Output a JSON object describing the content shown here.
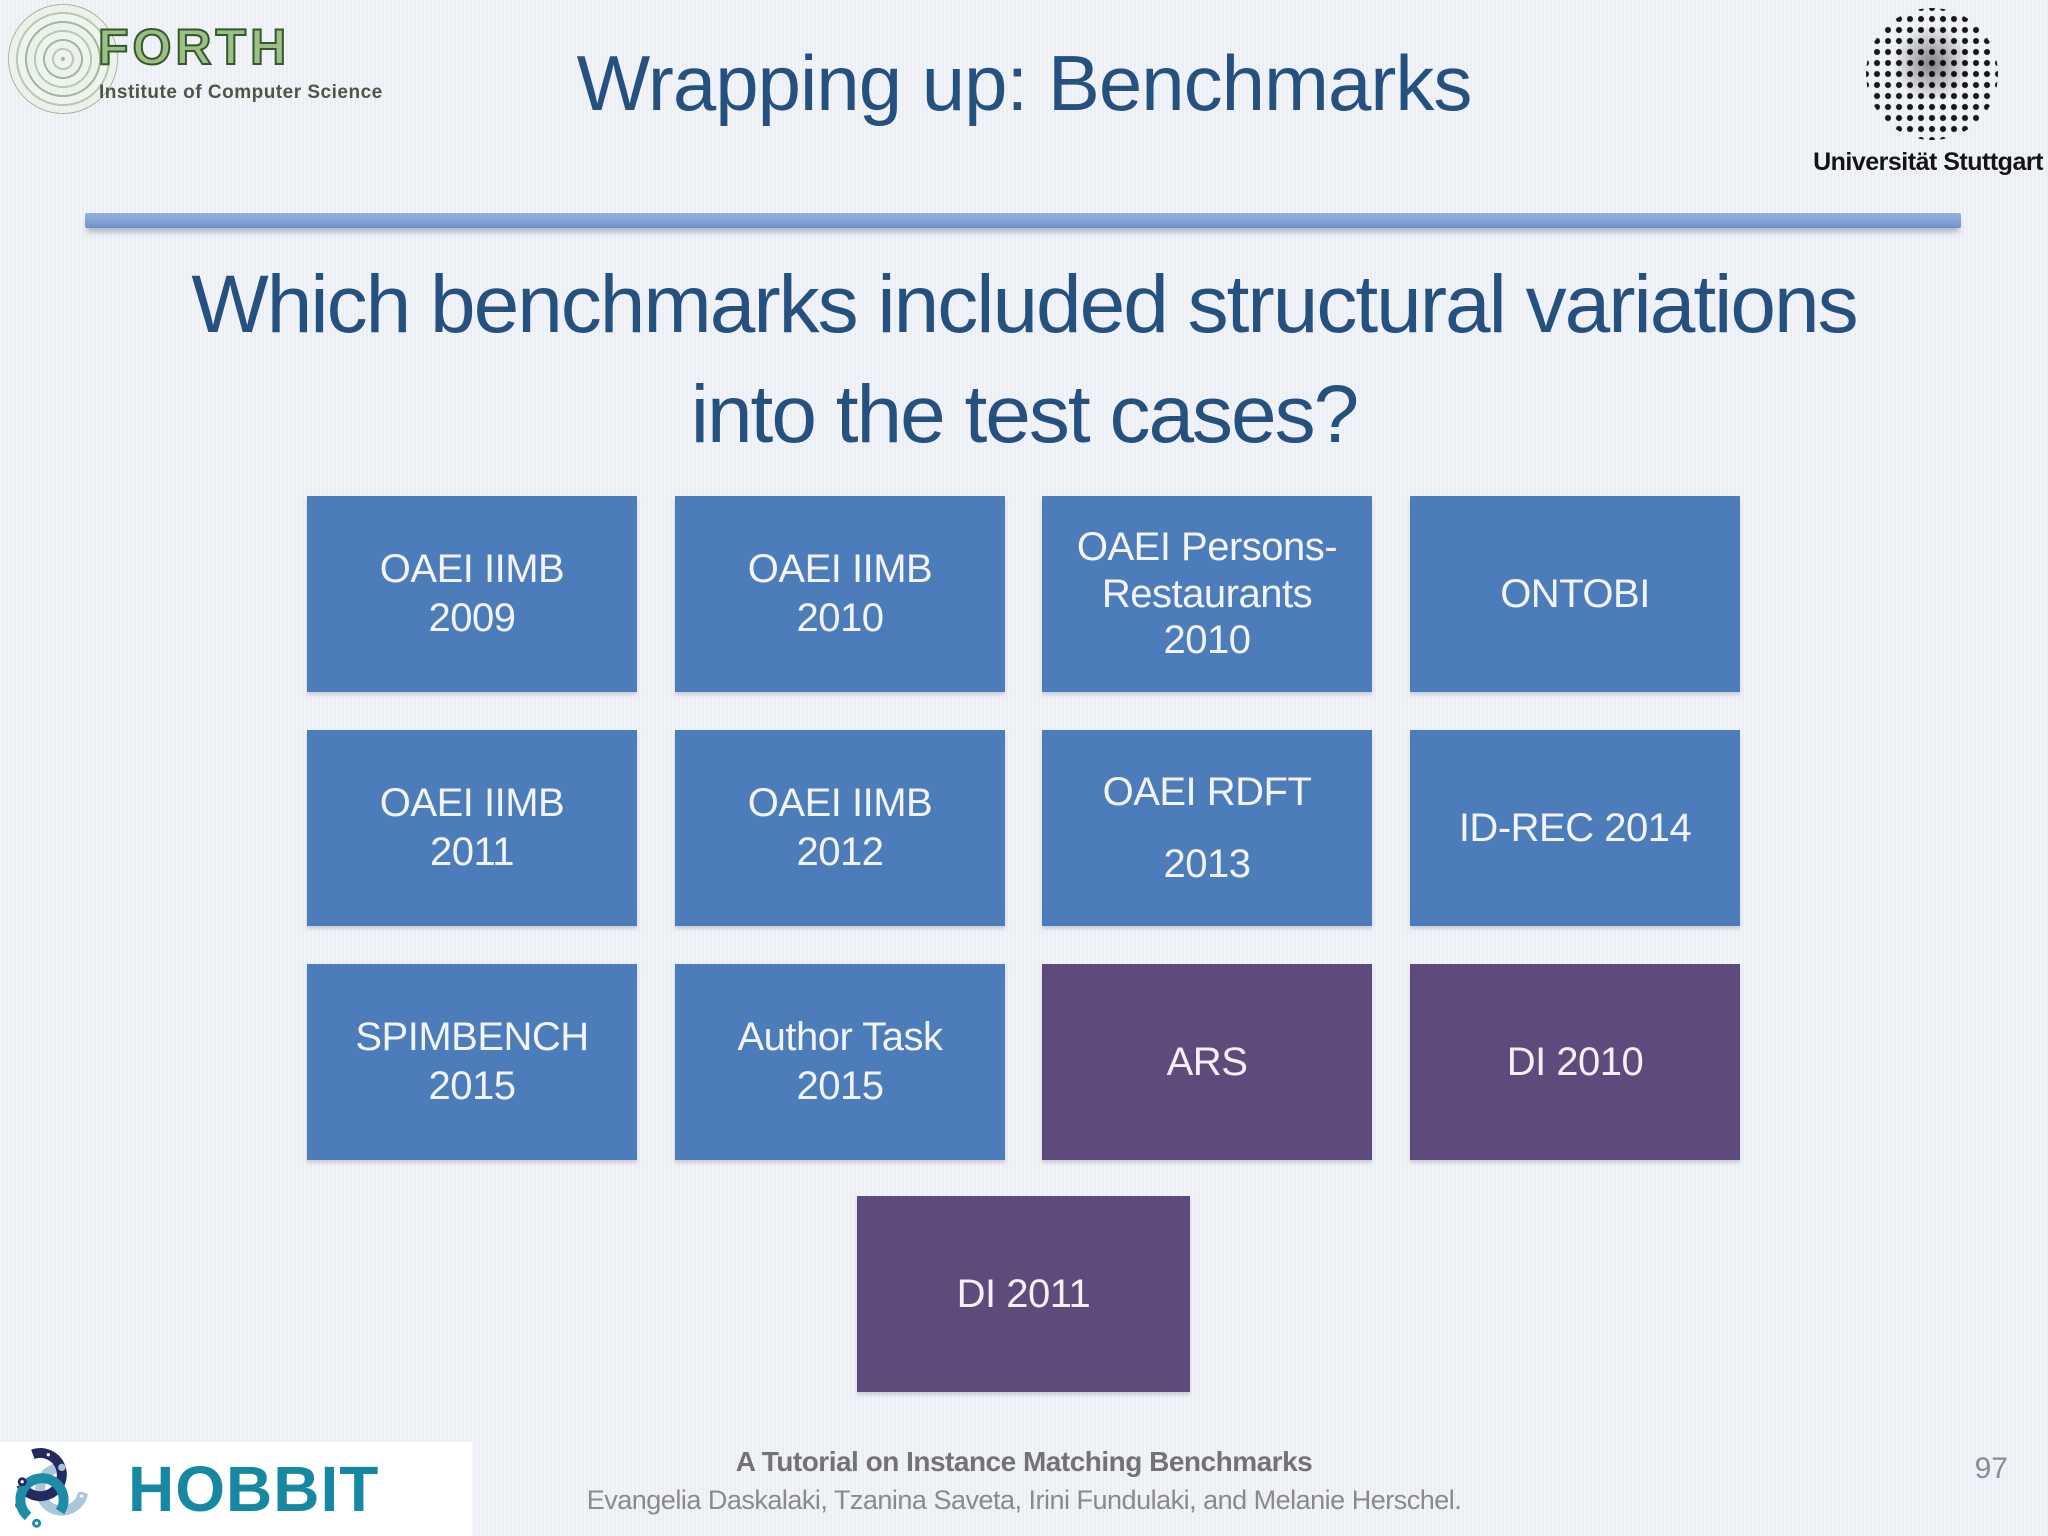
{
  "slide": {
    "title": "Wrapping up: Benchmarks",
    "question_line1": "Which benchmarks included structural variations",
    "question_line2": "into the test cases?",
    "page_number": "97",
    "footer": {
      "line1": "A Tutorial on Instance Matching Benchmarks",
      "line2": "Evangelia Daskalaki, Tzanina Saveta, Irini Fundulaki, and Melanie Herschel."
    }
  },
  "logos": {
    "forth": {
      "name": "FORTH",
      "subtitle": "Institute of Computer Science"
    },
    "stuttgart": {
      "label": "Universität Stuttgart"
    },
    "hobbit": {
      "label": "HOBBIT"
    }
  },
  "benchmarks": [
    {
      "label": "OAEI IIMB\n2009",
      "color": "#4c7cba"
    },
    {
      "label": "OAEI IIMB\n2010",
      "color": "#4c7cba"
    },
    {
      "label": "OAEI Persons-\nRestaurants\n2010",
      "color": "#4c7cba"
    },
    {
      "label": "ONTOBI",
      "color": "#4c7cba"
    },
    {
      "label": "OAEI IIMB\n2011",
      "color": "#4c7cba"
    },
    {
      "label": "OAEI IIMB\n2012",
      "color": "#4c7cba"
    },
    {
      "label": "OAEI RDFT\n2013",
      "color": "#4c7cba"
    },
    {
      "label": "ID-REC 2014",
      "color": "#4c7cba"
    },
    {
      "label": "SPIMBENCH\n2015",
      "color": "#4c7cba"
    },
    {
      "label": "Author Task\n2015",
      "color": "#4c7cba"
    },
    {
      "label": "ARS",
      "color": "#5e4b7c"
    },
    {
      "label": "DI 2010",
      "color": "#5e4b7c"
    },
    {
      "label": "DI 2011",
      "color": "#5e4b7c"
    }
  ],
  "colors": {
    "background": "#eef0f5",
    "heading_blue": "#24517f",
    "divider_blue": "#7f9fd1",
    "box_blue": "#4c7cba",
    "box_purple": "#5e4b7c",
    "hobbit_teal": "#1688a2",
    "forth_green": "#33582b",
    "footer_gray": "#7c7c7c"
  }
}
